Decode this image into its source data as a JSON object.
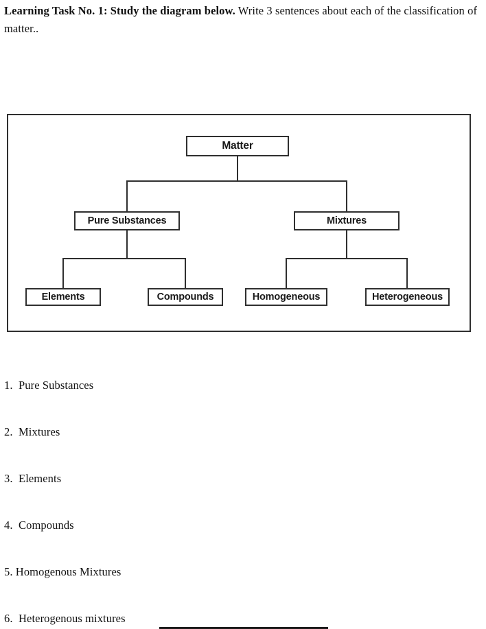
{
  "header": {
    "title_bold": "Learning Task No. 1:  Study the diagram below.",
    "title_regular": " Write 3 sentences about each of the classification of matter.."
  },
  "diagram": {
    "matter": "Matter",
    "pure_substances": "Pure Substances",
    "mixtures": "Mixtures",
    "elements": "Elements",
    "compounds": "Compounds",
    "homogeneous": "Homogeneous",
    "heterogeneous": "Heterogeneous"
  },
  "list": {
    "items": [
      "1.  Pure Substances",
      "2.  Mixtures",
      "3.  Elements",
      "4.  Compounds",
      "5. Homogenous Mixtures",
      "6.  Heterogenous mixtures"
    ]
  }
}
